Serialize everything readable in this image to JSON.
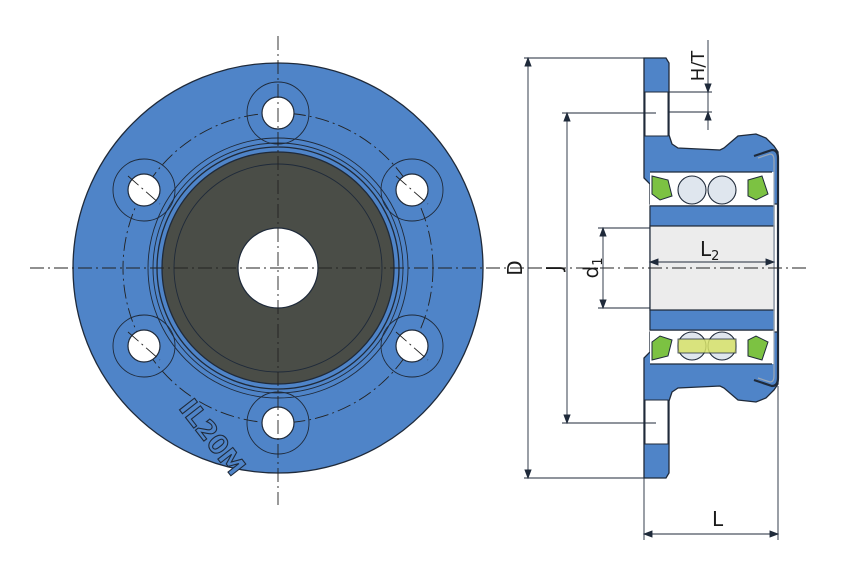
{
  "front_view": {
    "marking": "IL20M",
    "bolt_holes": 6
  },
  "dimensions": {
    "D": "D",
    "J": "J",
    "d1_main": "d",
    "d1_sub": "1",
    "L2_main": "L",
    "L2_sub": "2",
    "HT": "H/T",
    "L": "L"
  },
  "colors": {
    "housing": "#4f84c8",
    "insert": "#4a4d47",
    "seal": "#7cc242",
    "ball": "#dfe6ee",
    "shaft_bore": "#ececec",
    "ink": "#1f2a3a"
  }
}
